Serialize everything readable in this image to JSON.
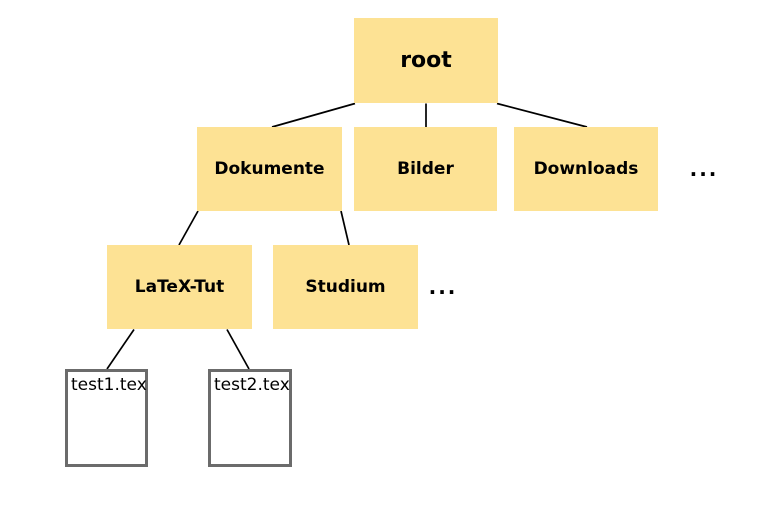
{
  "nodes": {
    "root": {
      "label": "root",
      "type": "folder"
    },
    "dokumente": {
      "label": "Dokumente",
      "type": "folder"
    },
    "bilder": {
      "label": "Bilder",
      "type": "folder"
    },
    "downloads": {
      "label": "Downloads",
      "type": "folder"
    },
    "latex_tut": {
      "label": "LaTeX-Tut",
      "type": "folder"
    },
    "studium": {
      "label": "Studium",
      "type": "folder"
    },
    "test1": {
      "label": "test1.tex",
      "type": "file"
    },
    "test2": {
      "label": "test2.tex",
      "type": "file"
    }
  },
  "ellipsis": {
    "level1": "...",
    "level2": "..."
  },
  "structure": {
    "root": [
      "Dokumente",
      "Bilder",
      "Downloads",
      "..."
    ],
    "Dokumente": [
      "LaTeX-Tut",
      "Studium",
      "..."
    ],
    "LaTeX-Tut": [
      "test1.tex",
      "test2.tex"
    ]
  },
  "edges": [
    {
      "from": "root",
      "to": "dokumente"
    },
    {
      "from": "root",
      "to": "bilder"
    },
    {
      "from": "root",
      "to": "downloads"
    },
    {
      "from": "dokumente",
      "to": "latex_tut"
    },
    {
      "from": "dokumente",
      "to": "studium"
    },
    {
      "from": "latex_tut",
      "to": "test1"
    },
    {
      "from": "latex_tut",
      "to": "test2"
    }
  ],
  "colors": {
    "folder_fill": "#FDE294",
    "file_border": "#6B6B6B",
    "edge_color": "#000000",
    "text_color": "#000000",
    "background": "#FFFFFF"
  }
}
